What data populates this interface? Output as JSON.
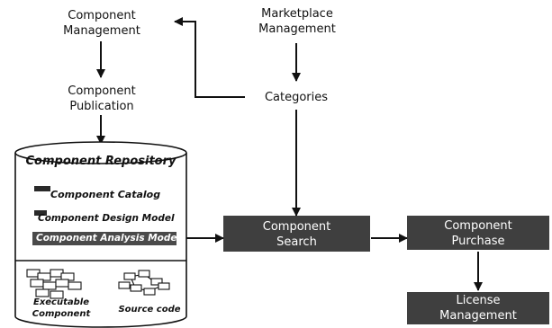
{
  "nodes": {
    "component_management": [
      "Component",
      "Management"
    ],
    "marketplace_management": [
      "Marketplace",
      "Management"
    ],
    "component_publication": [
      "Component",
      "Publication"
    ],
    "categories": "Categories",
    "component_search": [
      "Component",
      "Search"
    ],
    "component_purchase": [
      "Component",
      "Purchase"
    ],
    "license_management": [
      "License",
      "Management"
    ]
  },
  "repository": {
    "title": "Component Repository",
    "items": [
      "Component Catalog",
      "Component Design Model",
      "Component Analysis Model"
    ],
    "executable_label": [
      "Executable",
      "Component"
    ],
    "source_label": "Source code"
  },
  "colors": {
    "ink": "#111111",
    "box_fill": "#2a2a2a"
  }
}
